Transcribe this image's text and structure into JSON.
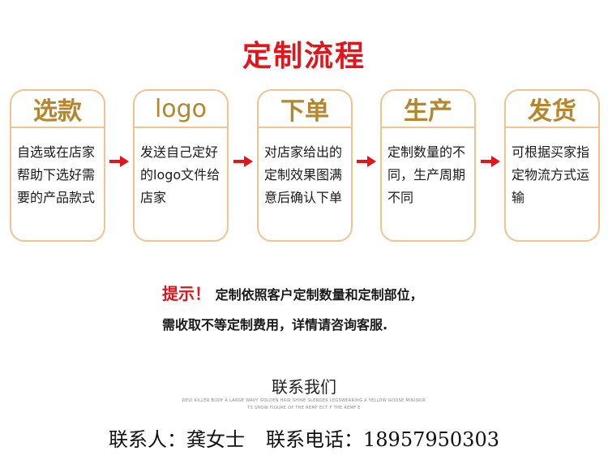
{
  "title": "定制流程",
  "steps": [
    {
      "head": "选款",
      "body": "自选或在店家帮助下选好需要的产品款式"
    },
    {
      "head": "logo",
      "body": "发送自己定好的logo文件给店家"
    },
    {
      "head": "下单",
      "body": "对店家给出的定制效果图满意后确认下单"
    },
    {
      "head": "生产",
      "body": "定制数量的不同，生产周期不同"
    },
    {
      "head": "发货",
      "body": "可根据买家指定物流方式运输"
    }
  ],
  "notice": {
    "lead": "提示！",
    "line1": "定制依照客户定制数量和定制部位，",
    "line2": "需收取不等定制费用，详情请咨询客服."
  },
  "contact": {
    "title": "联系我们",
    "tagline1": "DEVI KILLER BODY A LARGE WAVY GOLDEN HAIR SHINE SLENDER LEGSWEARING A YELLOW GOOSE MINISKIR",
    "tagline2": "TS SHOW FIGURE OF THE REMF ECT F THE REMF E",
    "person_label": "联系人：",
    "person_name": "龚女士",
    "phone_label": "联系电话：",
    "phone": "18957950303"
  },
  "colors": {
    "title": "#e3151a",
    "card_border": "#f2c28f",
    "card_head": "#b5862b",
    "arrow": "#e3151a"
  },
  "icons": [
    "arrow-right-icon"
  ]
}
